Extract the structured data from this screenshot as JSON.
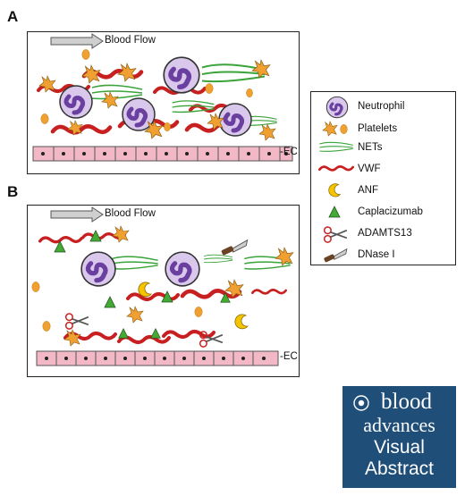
{
  "panels": {
    "a": {
      "letter": "A",
      "flow_label": "Blood Flow",
      "ec_label": "-EC"
    },
    "b": {
      "letter": "B",
      "flow_label": "Blood Flow",
      "ec_label": "-EC"
    }
  },
  "legend": {
    "items": [
      {
        "label": "Neutrophil",
        "icon": "neutrophil-icon"
      },
      {
        "label": "Platelets",
        "icon": "platelets-icon"
      },
      {
        "label": "NETs",
        "icon": "nets-icon"
      },
      {
        "label": "VWF",
        "icon": "vwf-icon"
      },
      {
        "label": "ANF",
        "icon": "anf-icon"
      },
      {
        "label": "Caplacizumab",
        "icon": "caplacizumab-icon"
      },
      {
        "label": "ADAMTS13",
        "icon": "scissors-icon"
      },
      {
        "label": "DNase I",
        "icon": "knife-icon"
      }
    ]
  },
  "brand": {
    "line1": "blood",
    "line2": "advances",
    "line3": "Visual",
    "line4": "Abstract"
  },
  "colors": {
    "neutrophil_fill": "#d9c8ec",
    "nucleus": "#6a3fa0",
    "platelet": "#f0a030",
    "net": "#3aa33a",
    "vwf": "#c82020",
    "anf": "#f5c400",
    "caplacizumab": "#44aa33",
    "ec_cell": "#f2b8c6",
    "brand_bg": "#1f4e79"
  }
}
